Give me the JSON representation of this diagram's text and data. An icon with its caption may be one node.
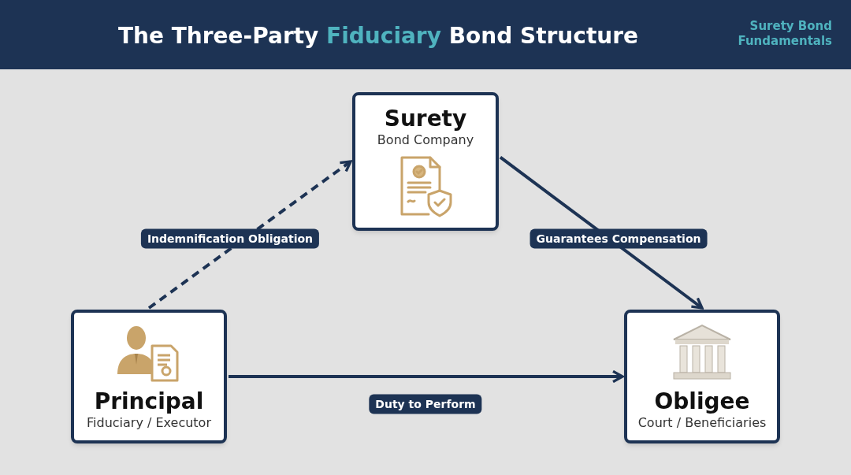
{
  "diagram": {
    "title": "The Three-Party **Fiduciary** Bond Structure",
    "nodes": [
      {
        "text": [
          "Surety",
          "Bond Company"
        ]
      },
      {
        "text": [
          "Principal",
          "Fiduciary / Executor"
        ]
      },
      {
        "text": [
          "Obligee",
          "Court / Beneficiaries"
        ]
      }
    ],
    "edges": [
      {
        "from": 1,
        "to": 0,
        "arrow": "to",
        "style": "dashed",
        "label": "Indemnification Obligation"
      },
      {
        "from": 0,
        "to": 2,
        "arrow": "to",
        "label": "Guarantees Compensation"
      },
      {
        "from": 1,
        "to": 2,
        "arrow": "to",
        "label": "Duty to Perform"
      }
    ],
    "labels": [
      "Surety Bond Fundamentals"
    ]
  }
}
